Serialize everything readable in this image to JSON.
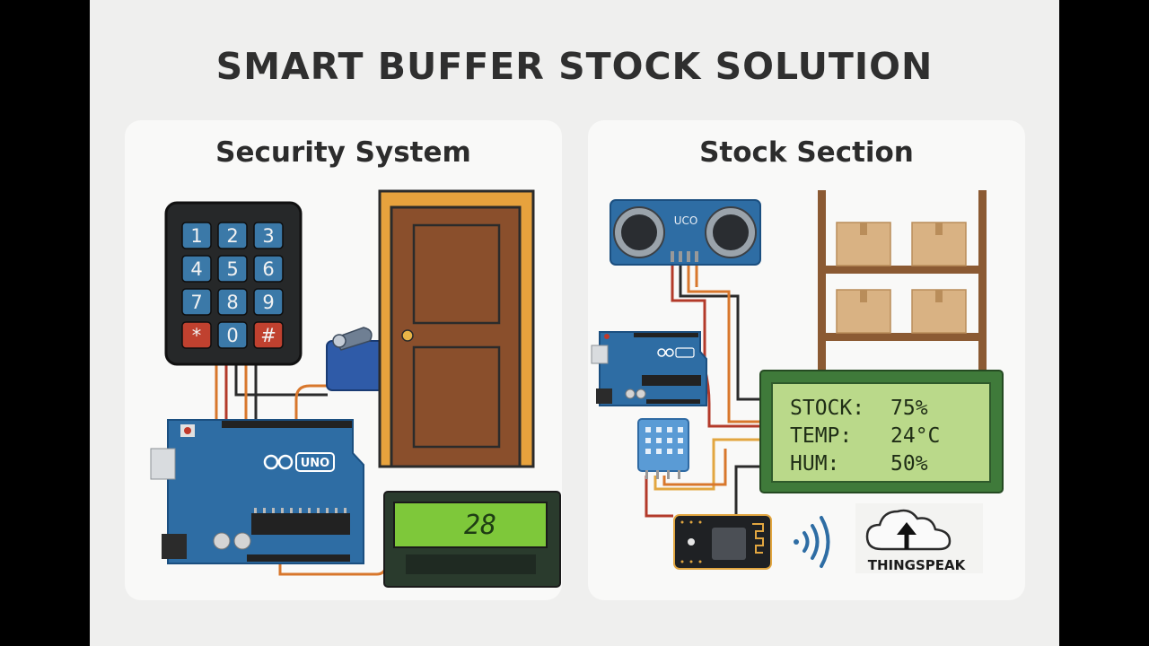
{
  "title": "SMART BUFFER STOCK SOLUTION",
  "panels": {
    "security": {
      "title": "Security System",
      "keypad_keys": [
        "1",
        "2",
        "3",
        "4",
        "5",
        "6",
        "7",
        "8",
        "9",
        "*",
        "0",
        "#"
      ],
      "arduino_label": "UNO",
      "lcd_value": "28"
    },
    "stock": {
      "title": "Stock Section",
      "sensor_label": "UCO",
      "lcd_rows": [
        {
          "label": "STOCK:",
          "value": "75%"
        },
        {
          "label": "TEMP:",
          "value": "24°C"
        },
        {
          "label": "HUM:",
          "value": "50%"
        }
      ],
      "cloud_label": "THINGSPEAK"
    }
  },
  "colors": {
    "board": "#2e6da4",
    "lcd_green": "#7ec83a",
    "door": "#8a4f2c",
    "shelf": "#8b5a33",
    "box": "#d9b283"
  }
}
